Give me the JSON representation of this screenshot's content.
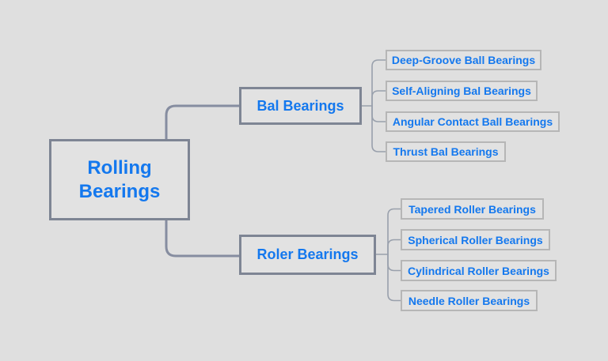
{
  "colors": {
    "background": "#dfdfdf",
    "node_fill": "#e2e2e2",
    "node_text": "#1478ee",
    "primary_border": "#7e8594",
    "leaf_border": "#b6b6b6",
    "connector_thick": "#868da0",
    "connector_thin": "#99a0ac"
  },
  "tree": {
    "root": {
      "label": "Rolling Bearings"
    },
    "branches": [
      {
        "label": "Bal Bearings",
        "children": [
          {
            "label": "Deep-Groove Ball Bearings"
          },
          {
            "label": "Self-Aligning Bal Bearings"
          },
          {
            "label": "Angular Contact Ball Bearings"
          },
          {
            "label": "Thrust Bal Bearings"
          }
        ]
      },
      {
        "label": "Roler Bearings",
        "children": [
          {
            "label": "Tapered Roller Bearings"
          },
          {
            "label": "Spherical Roller Bearings"
          },
          {
            "label": "Cylindrical Roller Bearings"
          },
          {
            "label": "Needle Roller Bearings"
          }
        ]
      }
    ]
  }
}
